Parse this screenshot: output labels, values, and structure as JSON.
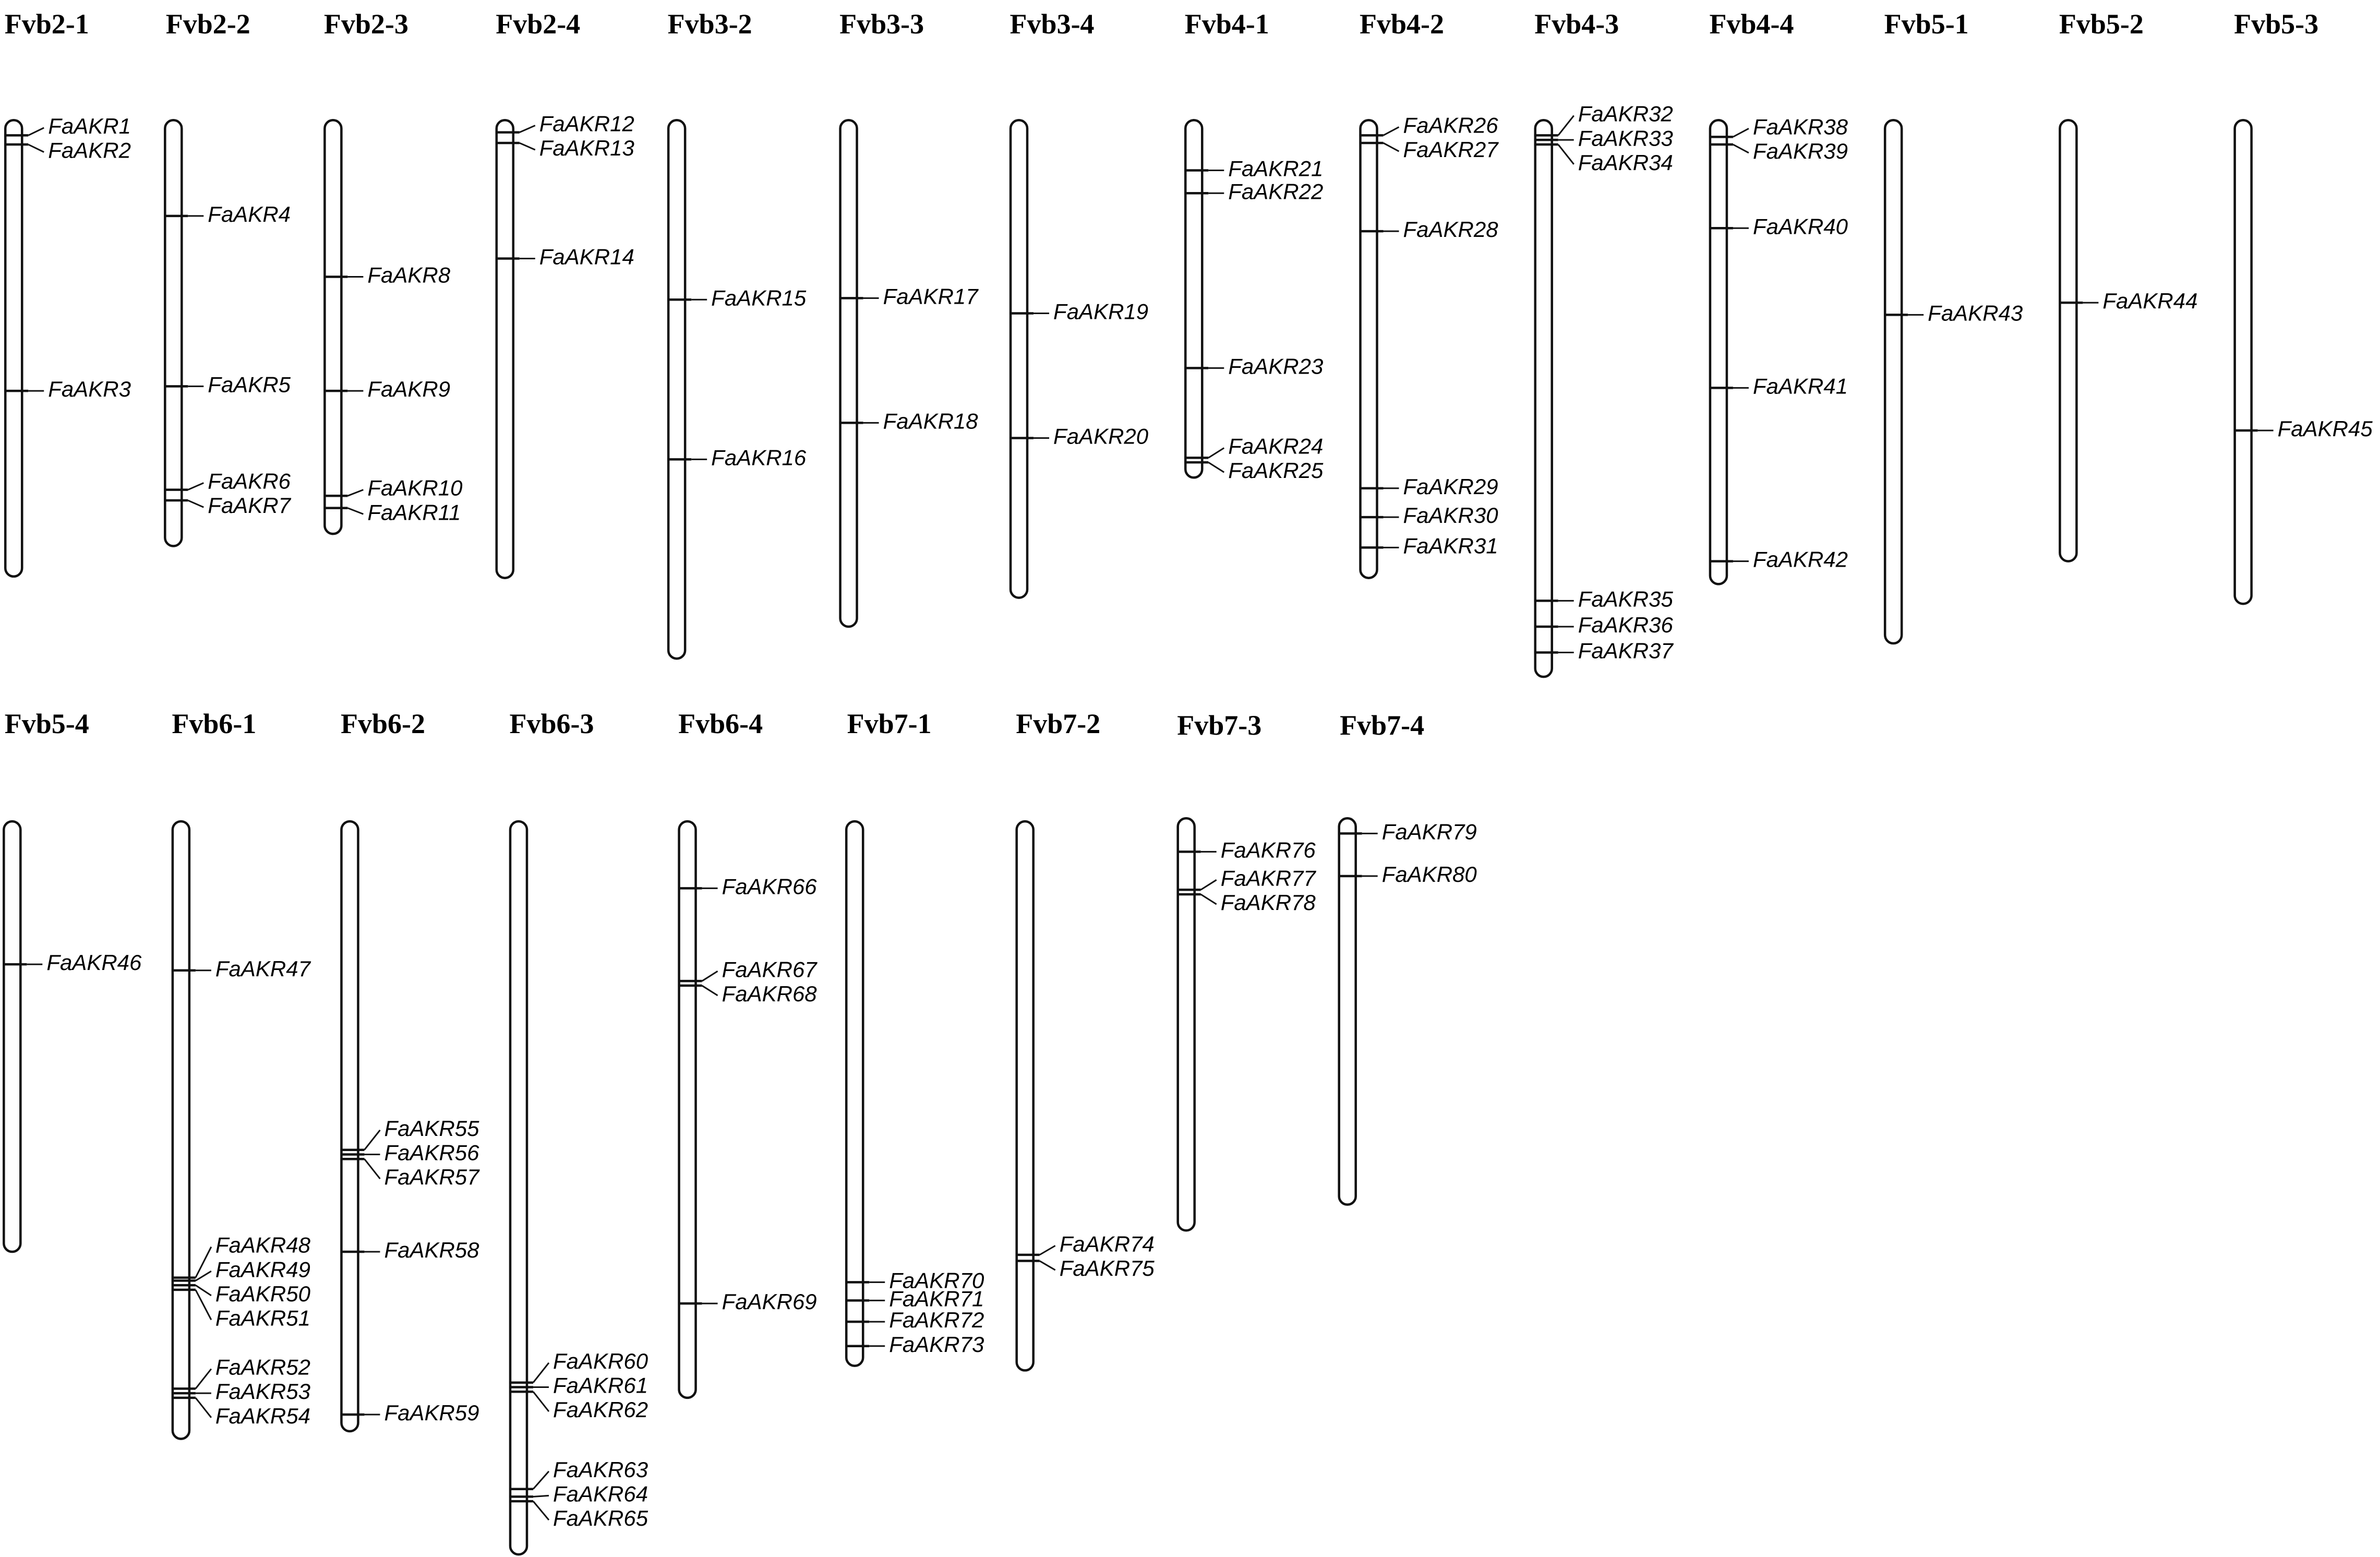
{
  "chromosomes": [
    {
      "name": "Fvb2-1",
      "genes": [
        {
          "label": "FaAKR1",
          "pos": 10
        },
        {
          "label": "FaAKR2",
          "pos": 16
        },
        {
          "label": "FaAKR3",
          "pos": 178
        }
      ]
    },
    {
      "name": "Fvb2-2",
      "genes": [
        {
          "label": "FaAKR4",
          "pos": 63
        },
        {
          "label": "FaAKR5",
          "pos": 175
        },
        {
          "label": "FaAKR6",
          "pos": 243
        },
        {
          "label": "FaAKR7",
          "pos": 250
        }
      ]
    },
    {
      "name": "Fvb2-3",
      "genes": [
        {
          "label": "FaAKR8",
          "pos": 103
        },
        {
          "label": "FaAKR9",
          "pos": 178
        },
        {
          "label": "FaAKR10",
          "pos": 247
        },
        {
          "label": "FaAKR11",
          "pos": 255
        }
      ]
    },
    {
      "name": "Fvb2-4",
      "genes": [
        {
          "label": "FaAKR12",
          "pos": 8
        },
        {
          "label": "FaAKR13",
          "pos": 15
        },
        {
          "label": "FaAKR14",
          "pos": 91
        }
      ]
    },
    {
      "name": "Fvb3-2",
      "genes": [
        {
          "label": "FaAKR15",
          "pos": 118
        },
        {
          "label": "FaAKR16",
          "pos": 223
        }
      ]
    },
    {
      "name": "Fvb3-3",
      "genes": [
        {
          "label": "FaAKR17",
          "pos": 117
        },
        {
          "label": "FaAKR18",
          "pos": 199
        }
      ]
    },
    {
      "name": "Fvb3-4",
      "genes": [
        {
          "label": "FaAKR19",
          "pos": 127
        },
        {
          "label": "FaAKR20",
          "pos": 209
        }
      ]
    },
    {
      "name": "Fvb4-1",
      "genes": [
        {
          "label": "FaAKR21",
          "pos": 33
        },
        {
          "label": "FaAKR22",
          "pos": 48
        },
        {
          "label": "FaAKR23",
          "pos": 163
        },
        {
          "label": "FaAKR24",
          "pos": 222
        },
        {
          "label": "FaAKR25",
          "pos": 225
        }
      ]
    },
    {
      "name": "Fvb4-2",
      "genes": [
        {
          "label": "FaAKR26",
          "pos": 10
        },
        {
          "label": "FaAKR27",
          "pos": 15
        },
        {
          "label": "FaAKR28",
          "pos": 73
        },
        {
          "label": "FaAKR29",
          "pos": 242
        },
        {
          "label": "FaAKR30",
          "pos": 261
        },
        {
          "label": "FaAKR31",
          "pos": 281
        }
      ]
    },
    {
      "name": "Fvb4-3",
      "genes": [
        {
          "label": "FaAKR32",
          "pos": 10
        },
        {
          "label": "FaAKR33",
          "pos": 13
        },
        {
          "label": "FaAKR34",
          "pos": 16
        },
        {
          "label": "FaAKR35",
          "pos": 316
        },
        {
          "label": "FaAKR36",
          "pos": 333
        },
        {
          "label": "FaAKR37",
          "pos": 350
        }
      ]
    },
    {
      "name": "Fvb4-4",
      "genes": [
        {
          "label": "FaAKR38",
          "pos": 11
        },
        {
          "label": "FaAKR39",
          "pos": 16
        },
        {
          "label": "FaAKR40",
          "pos": 71
        },
        {
          "label": "FaAKR41",
          "pos": 176
        },
        {
          "label": "FaAKR42",
          "pos": 290
        }
      ]
    },
    {
      "name": "Fvb5-1",
      "genes": [
        {
          "label": "FaAKR43",
          "pos": 128
        }
      ]
    },
    {
      "name": "Fvb5-2",
      "genes": [
        {
          "label": "FaAKR44",
          "pos": 120
        }
      ]
    },
    {
      "name": "Fvb5-3",
      "genes": [
        {
          "label": "FaAKR45",
          "pos": 204
        }
      ]
    },
    {
      "name": "Fvb5-4",
      "genes": [
        {
          "label": "FaAKR46",
          "pos": 94
        }
      ]
    },
    {
      "name": "Fvb6-1",
      "genes": [
        {
          "label": "FaAKR47",
          "pos": 98
        },
        {
          "label": "FaAKR48",
          "pos": 300
        },
        {
          "label": "FaAKR49",
          "pos": 302
        },
        {
          "label": "FaAKR50",
          "pos": 305
        },
        {
          "label": "FaAKR51",
          "pos": 308
        },
        {
          "label": "FaAKR52",
          "pos": 373
        },
        {
          "label": "FaAKR53",
          "pos": 376
        },
        {
          "label": "FaAKR54",
          "pos": 379
        }
      ]
    },
    {
      "name": "Fvb6-2",
      "genes": [
        {
          "label": "FaAKR55",
          "pos": 216
        },
        {
          "label": "FaAKR56",
          "pos": 219
        },
        {
          "label": "FaAKR57",
          "pos": 222
        },
        {
          "label": "FaAKR58",
          "pos": 283
        },
        {
          "label": "FaAKR59",
          "pos": 390
        }
      ]
    },
    {
      "name": "Fvb6-3",
      "genes": [
        {
          "label": "FaAKR60",
          "pos": 369
        },
        {
          "label": "FaAKR61",
          "pos": 372
        },
        {
          "label": "FaAKR62",
          "pos": 375
        },
        {
          "label": "FaAKR63",
          "pos": 439
        },
        {
          "label": "FaAKR64",
          "pos": 444
        },
        {
          "label": "FaAKR65",
          "pos": 447
        }
      ]
    },
    {
      "name": "Fvb6-4",
      "genes": [
        {
          "label": "FaAKR66",
          "pos": 44
        },
        {
          "label": "FaAKR67",
          "pos": 105
        },
        {
          "label": "FaAKR68",
          "pos": 108
        },
        {
          "label": "FaAKR69",
          "pos": 317
        }
      ]
    },
    {
      "name": "Fvb7-1",
      "genes": [
        {
          "label": "FaAKR70",
          "pos": 303
        },
        {
          "label": "FaAKR71",
          "pos": 315
        },
        {
          "label": "FaAKR72",
          "pos": 329
        },
        {
          "label": "FaAKR73",
          "pos": 345
        }
      ]
    },
    {
      "name": "Fvb7-2",
      "genes": [
        {
          "label": "FaAKR74",
          "pos": 285
        },
        {
          "label": "FaAKR75",
          "pos": 289
        }
      ]
    },
    {
      "name": "Fvb7-3",
      "genes": [
        {
          "label": "FaAKR76",
          "pos": 22
        },
        {
          "label": "FaAKR77",
          "pos": 47
        },
        {
          "label": "FaAKR78",
          "pos": 50
        }
      ]
    },
    {
      "name": "Fvb7-4",
      "genes": [
        {
          "label": "FaAKR79",
          "pos": 10
        },
        {
          "label": "FaAKR80",
          "pos": 38
        }
      ]
    }
  ]
}
